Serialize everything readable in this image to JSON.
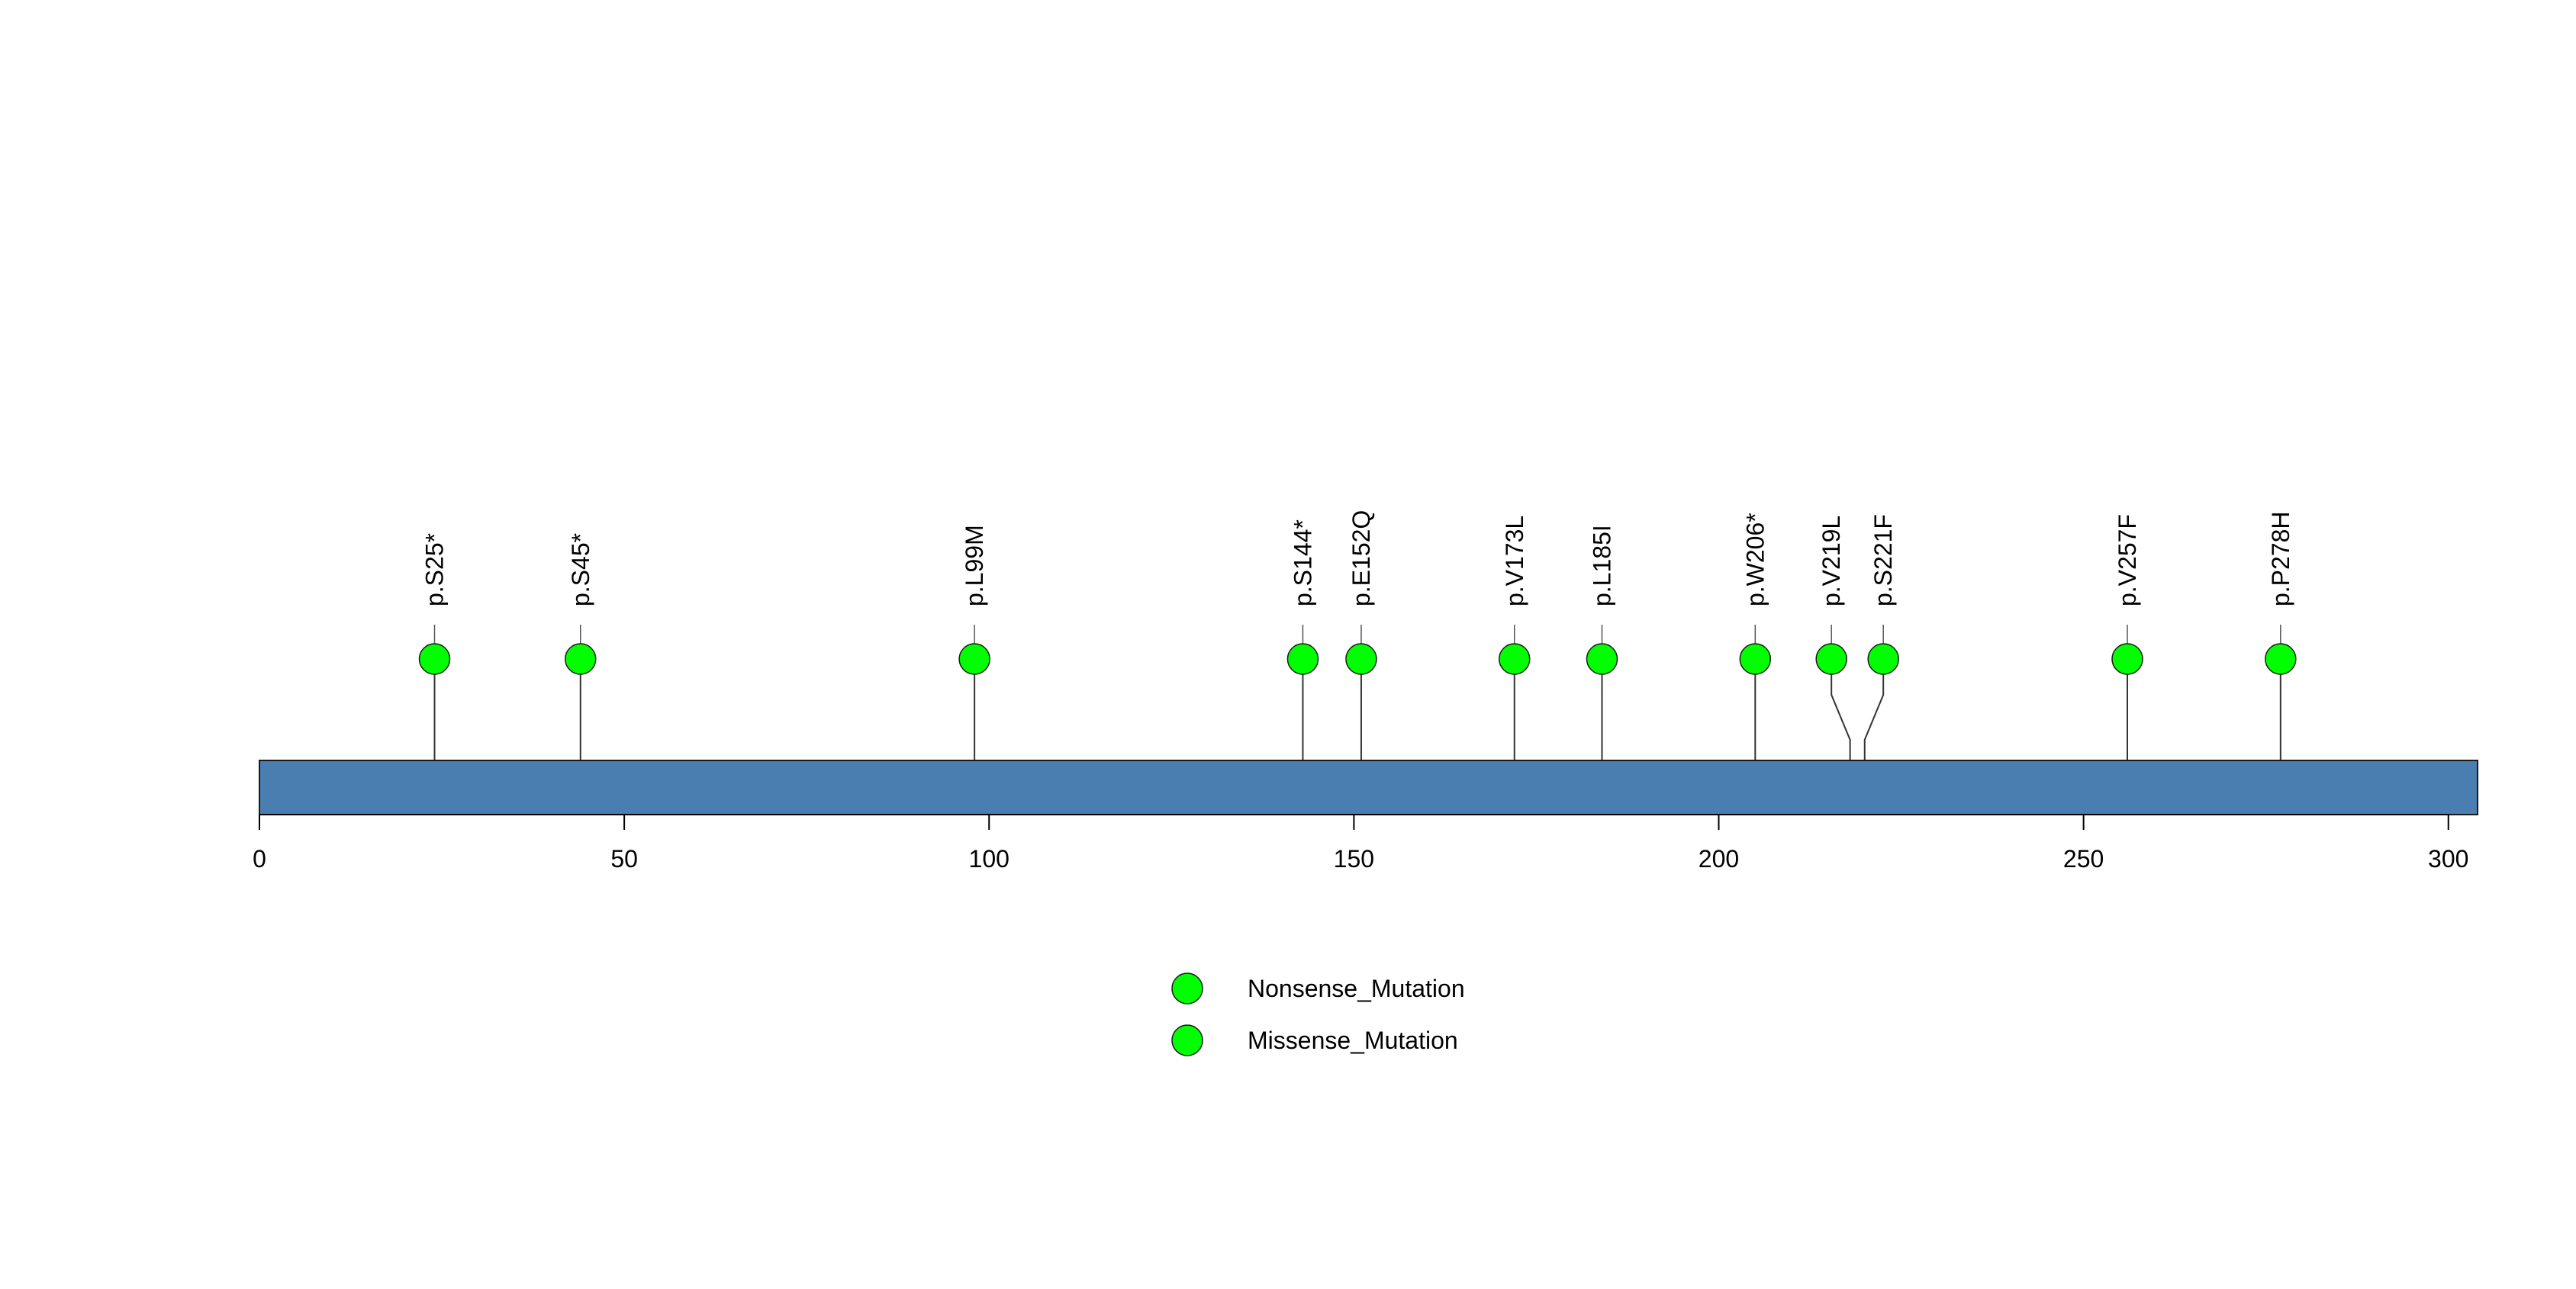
{
  "chart_data": {
    "type": "lollipop",
    "xlim": [
      0,
      304
    ],
    "ticks": [
      0,
      50,
      100,
      150,
      200,
      250,
      300
    ],
    "protein_length": 304,
    "domain_color": "#4A7EB0",
    "marker_color": "#00FF00",
    "mutations": [
      {
        "label": "p.S25*",
        "position": 24,
        "type": "Nonsense_Mutation"
      },
      {
        "label": "p.S45*",
        "position": 44,
        "type": "Nonsense_Mutation"
      },
      {
        "label": "p.L99M",
        "position": 98,
        "type": "Missense_Mutation"
      },
      {
        "label": "p.S144*",
        "position": 143,
        "type": "Nonsense_Mutation"
      },
      {
        "label": "p.E152Q",
        "position": 151,
        "type": "Missense_Mutation"
      },
      {
        "label": "p.V173L",
        "position": 172,
        "type": "Missense_Mutation"
      },
      {
        "label": "p.L185I",
        "position": 184,
        "type": "Missense_Mutation"
      },
      {
        "label": "p.W206*",
        "position": 205,
        "type": "Nonsense_Mutation"
      },
      {
        "label": "p.V219L",
        "position": 218,
        "type": "Missense_Mutation"
      },
      {
        "label": "p.S221F",
        "position": 220,
        "type": "Missense_Mutation"
      },
      {
        "label": "p.V257F",
        "position": 256,
        "type": "Missense_Mutation"
      },
      {
        "label": "p.P278H",
        "position": 277,
        "type": "Missense_Mutation"
      }
    ],
    "legend": [
      {
        "label": "Nonsense_Mutation",
        "color": "#00FF00"
      },
      {
        "label": "Missense_Mutation",
        "color": "#00FF00"
      }
    ]
  }
}
